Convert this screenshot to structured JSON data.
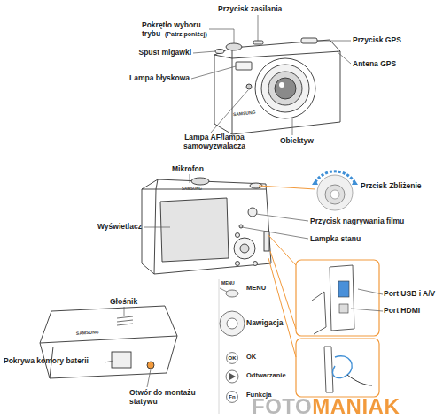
{
  "diagram": {
    "nodes": [
      {
        "text": [
          "OK"
        ]
      },
      {
        "text": [
          "Fn"
        ]
      }
    ],
    "labels": [
      "Przycisk zasilania",
      "Pokrętło wyboru trybu",
      "(Patrz poniżej)",
      "Przycisk GPS",
      "Spust migawki",
      "Antena GPS",
      "Lampa błyskowa",
      "SAMSUNG",
      "Lampa AF/lampa samowyzwalacza",
      "Obiektyw",
      "Mikrofon",
      "SAMSUNG",
      "Przcisk Zbliżenie",
      "Wyświetlacz",
      "Przycisk nagrywania filmu",
      "Lampka stanu",
      "Port USB i A/V",
      "Port HDMI",
      "Głośnik",
      "MENU",
      "MENU",
      "Nawigacja",
      "OK",
      "Odtwarzanie",
      "Funkcja",
      "SAMSUNG",
      "Pokrywa komory baterii",
      "Otwór do montażu statywu",
      "FOTOMANIAK"
    ]
  }
}
